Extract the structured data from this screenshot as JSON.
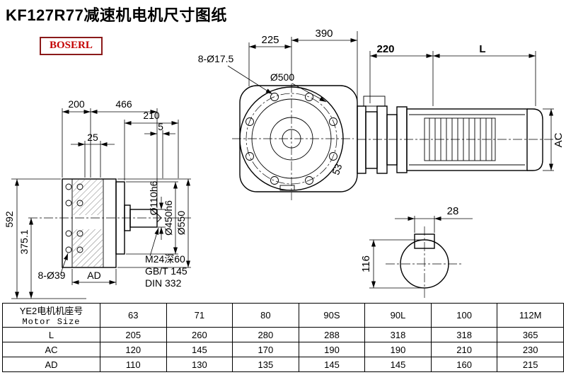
{
  "page": {
    "title": "KF127R77减速机电机尺寸图纸",
    "brand": "BOSERL"
  },
  "dims": {
    "d225": "225",
    "d390": "390",
    "d220": "220",
    "dL": "L",
    "holes_front": "8-Ø17.5",
    "d500": "Ø500",
    "dAC": "AC",
    "d53": "53",
    "d200": "200",
    "d466": "466",
    "d210": "210",
    "d5": "5",
    "d25": "25",
    "d592": "592",
    "d375": "375.1",
    "holes_side": "8-Ø39",
    "dAD": "AD",
    "d110": "Ø110h6",
    "d450": "Ø450h6",
    "d550": "Ø550",
    "note1": "M24深60",
    "note2": "GB/T 145",
    "note3": "DIN 332",
    "d28": "28",
    "d116": "116"
  },
  "table": {
    "header_cn": "YE2电机机座号",
    "header_en": "Motor Size",
    "columns": [
      "63",
      "71",
      "80",
      "90S",
      "90L",
      "100",
      "112M"
    ],
    "rows": [
      {
        "label": "L",
        "values": [
          "205",
          "260",
          "280",
          "288",
          "318",
          "318",
          "365"
        ]
      },
      {
        "label": "AC",
        "values": [
          "120",
          "145",
          "170",
          "190",
          "190",
          "210",
          "230"
        ]
      },
      {
        "label": "AD",
        "values": [
          "110",
          "130",
          "135",
          "145",
          "145",
          "160",
          "215"
        ]
      }
    ]
  },
  "colors": {
    "line": "#000000",
    "brand_border": "#8b1a1a",
    "brand_text": "#c40000",
    "background": "#ffffff"
  }
}
